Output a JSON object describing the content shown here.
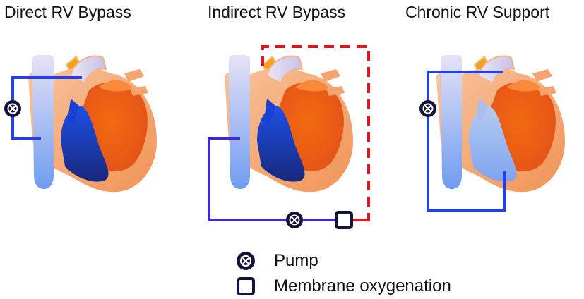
{
  "panels": [
    {
      "title": "Direct RV Bypass"
    },
    {
      "title": "Indirect RV Bypass"
    },
    {
      "title": "Chronic RV Support"
    }
  ],
  "legend": {
    "pump_label": "Pump",
    "oxygenator_label": "Membrane oxygenation"
  },
  "colors": {
    "heart_orange": "#ef6c1a",
    "heart_light": "#f7a36b",
    "vessel_blue": "#9bbcf0",
    "rv_dark_blue": "#1f3fb4",
    "circuit_blue": "#2a3ee0",
    "circuit_red": "#e4141c",
    "circuit_purple": "#5a22c9",
    "pump_dark": "#14143a"
  }
}
